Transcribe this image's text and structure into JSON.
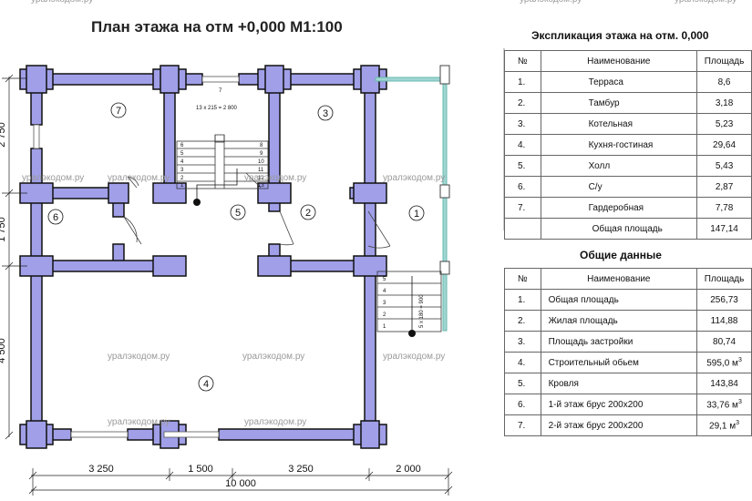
{
  "plan": {
    "title": "План этажа на отм +0,000 М1:100",
    "stair_label": "13 х 215 = 2 800",
    "stair_numbers_left": [
      "6",
      "5",
      "4",
      "3",
      "2",
      "1"
    ],
    "stair_numbers_right": [
      "8",
      "9",
      "10",
      "11",
      "12",
      "13"
    ],
    "stair_top_number": "7",
    "porch_stair_numbers": [
      "5",
      "4",
      "3",
      "2",
      "1"
    ],
    "porch_stair_label": "5 х 180 = 900",
    "rooms": [
      "1",
      "2",
      "3",
      "4",
      "5",
      "6",
      "7"
    ],
    "dims_bottom": [
      "3 250",
      "1 500",
      "3 250",
      "2 000"
    ],
    "dim_total": "10 000",
    "dims_left": [
      "2 750",
      "1 750",
      "4 500"
    ],
    "watermark": "уралэкодом.ру",
    "wall_color": "#a09fe8",
    "wall_stroke": "#111111",
    "window_color": "#9fd6d2"
  },
  "explication": {
    "title": "Экспликация этажа на отм. 0,000",
    "headers": [
      "№",
      "Наименование",
      "Площадь"
    ],
    "rows": [
      {
        "n": "1.",
        "name": "Терраса",
        "area": "8,6"
      },
      {
        "n": "2.",
        "name": "Тамбур",
        "area": "3,18"
      },
      {
        "n": "3.",
        "name": "Котельная",
        "area": "5,23"
      },
      {
        "n": "4.",
        "name": "Кухня-гостиная",
        "area": "29,64"
      },
      {
        "n": "5.",
        "name": "Холл",
        "area": "5,43"
      },
      {
        "n": "6.",
        "name": "С/у",
        "area": "2,87"
      },
      {
        "n": "7.",
        "name": "Гардеробная",
        "area": "7,78"
      }
    ],
    "total_label": "Общая площадь",
    "total_value": "147,14"
  },
  "general": {
    "title": "Общие данные",
    "headers": [
      "№",
      "Наименование",
      "Площадь"
    ],
    "rows": [
      {
        "n": "1.",
        "name": "Общая площадь",
        "area": "256,73"
      },
      {
        "n": "2.",
        "name": "Жилая площадь",
        "area": "114,88"
      },
      {
        "n": "3.",
        "name": "Площадь застройки",
        "area": "80,74"
      },
      {
        "n": "4.",
        "name": "Строительный обьем",
        "area": "595,0 м"
      },
      {
        "n": "5.",
        "name": "Кровля",
        "area": "143,84"
      },
      {
        "n": "6.",
        "name": "1-й этаж брус 200х200",
        "area": "33,76 м"
      },
      {
        "n": "7.",
        "name": "2-й этаж брус 200х200",
        "area": "29,1 м"
      }
    ],
    "unit_sup": "3"
  }
}
